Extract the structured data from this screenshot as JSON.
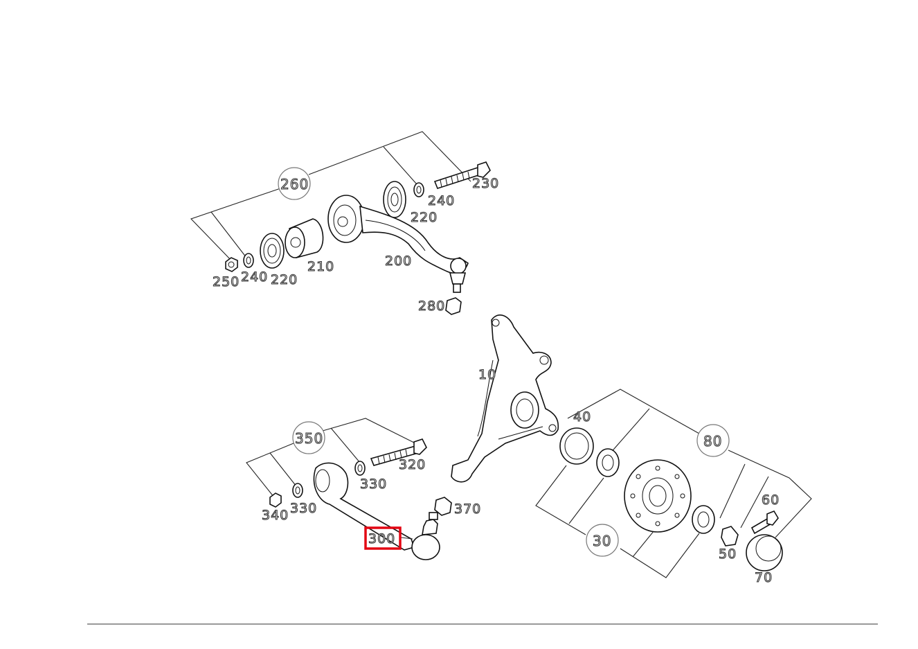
{
  "parts": {
    "p10": "10",
    "p30": "30",
    "p40": "40",
    "p50": "50",
    "p60": "60",
    "p70": "70",
    "p80": "80",
    "p200": "200",
    "p210": "210",
    "p220a": "220",
    "p220b": "220",
    "p230": "230",
    "p240a": "240",
    "p240b": "240",
    "p250": "250",
    "p260": "260",
    "p280": "280",
    "p300": "300",
    "p320": "320",
    "p330a": "330",
    "p330b": "330",
    "p340": "340",
    "p350": "350",
    "p370": "370"
  },
  "highlight": {
    "color": "#e30613",
    "part": "300"
  }
}
